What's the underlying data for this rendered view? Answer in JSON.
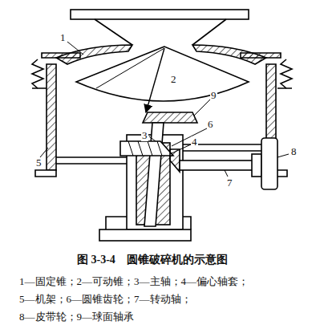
{
  "diagram": {
    "caption": "图 3-3-4　圆锥破碎机的示意图",
    "labels": [
      "1",
      "2",
      "3",
      "4",
      "5",
      "6",
      "7",
      "8",
      "9",
      "1—固定锥；2—可动锥；3—主轴；4—偏心轴套；",
      "5—机架；6—圆锥齿轮；7—转动轴；",
      "8—皮带轮；9—球面轴承"
    ]
  }
}
